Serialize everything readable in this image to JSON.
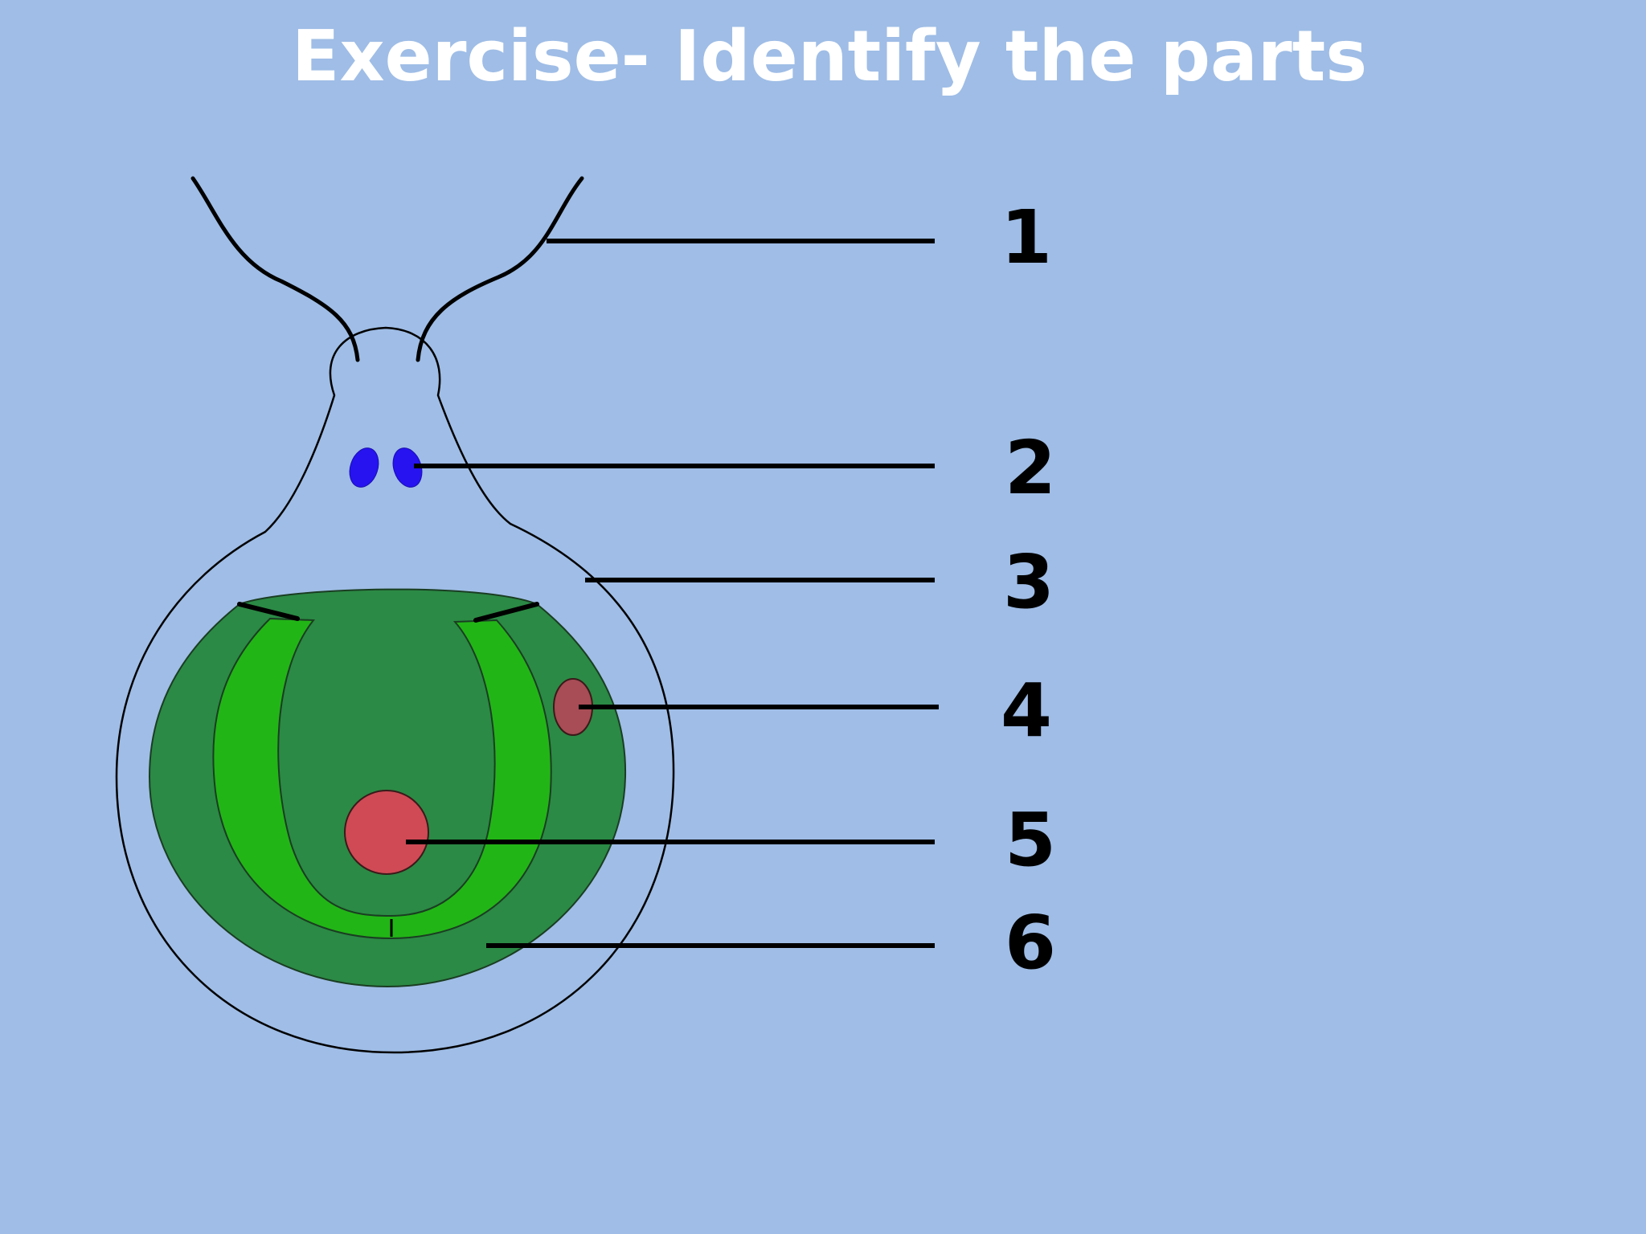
{
  "slide": {
    "title": "Exercise- Identify the parts",
    "background_color": "#9fbde6"
  },
  "diagram": {
    "subject": "single-celled organism with two flagella",
    "labels": [
      "1",
      "2",
      "3",
      "4",
      "5",
      "6"
    ],
    "colors": {
      "outline": "#000000",
      "eyespot": "#2613f0",
      "chloroplast_dark": "#2b8a45",
      "chloroplast_light": "#22b516",
      "pyrenoid": "#a84c55",
      "nucleus": "#cf4a55"
    }
  }
}
